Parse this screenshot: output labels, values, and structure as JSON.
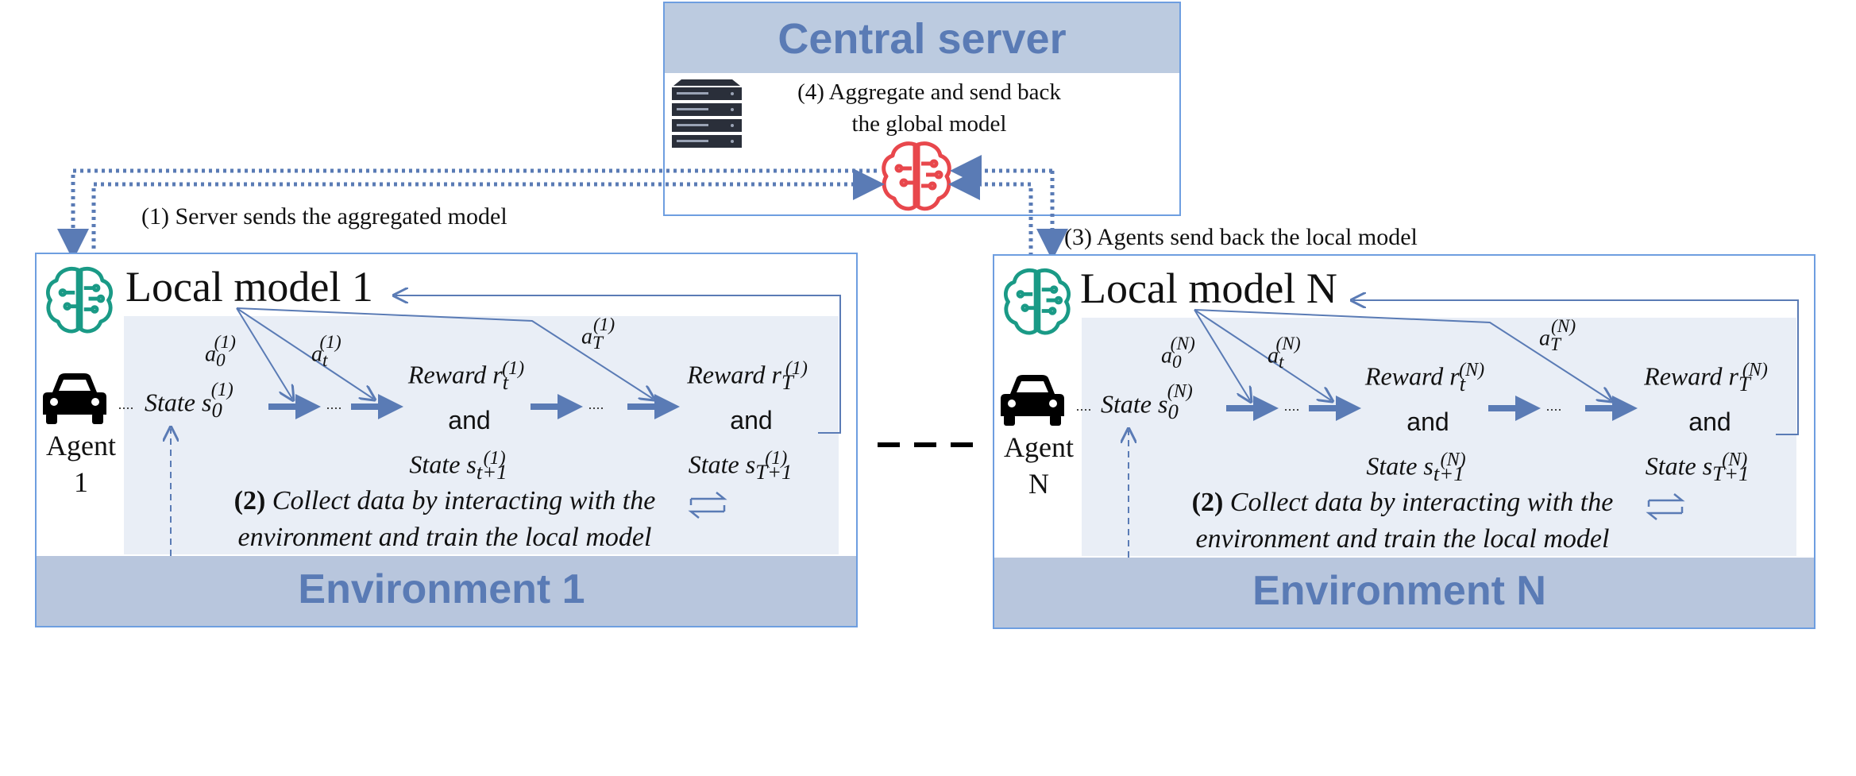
{
  "central_server": {
    "title": "Central server",
    "step4_line1": "(4) Aggregate and send back",
    "step4_line2": "the global model"
  },
  "step1_label": "(1) Server sends the aggregated model",
  "step3_label": "(3) Agents send back the local model",
  "colors": {
    "accent_blue": "#5a7bb5",
    "brain_green": "#1a9a86",
    "brain_red": "#e8474c",
    "panel_border": "#6e9ee0"
  },
  "env1": {
    "local_model": "Local model 1",
    "agent_line1": "Agent",
    "agent_line2": "1",
    "a0": "a",
    "a0_sub": "0",
    "a0_sup": "(1)",
    "at": "a",
    "at_sub": "t",
    "at_sup": "(1)",
    "aT": "a",
    "aT_sub": "T",
    "aT_sup": "(1)",
    "state0": "State s",
    "state0_sub": "0",
    "state0_sup": "(1)",
    "reward_t": "Reward r",
    "reward_t_sub": "t",
    "reward_t_sup": "(1)",
    "and1": "and",
    "state_t1": "State s",
    "state_t1_sub": "t+1",
    "state_t1_sup": "(1)",
    "reward_T": "Reward r",
    "reward_T_sub": "T",
    "reward_T_sup": "(1)",
    "and2": "and",
    "state_T1": "State s",
    "state_T1_sub": "T+1",
    "state_T1_sup": "(1)",
    "collect_bold": "(2)",
    "collect_line1": " Collect data by interacting with the",
    "collect_line2": "environment and train the local model",
    "env_title": "Environment 1"
  },
  "envN": {
    "local_model": "Local model N",
    "agent_line1": "Agent",
    "agent_line2": "N",
    "a0": "a",
    "a0_sub": "0",
    "a0_sup": "(N)",
    "at": "a",
    "at_sub": "t",
    "at_sup": "(N)",
    "aT": "a",
    "aT_sub": "T",
    "aT_sup": "(N)",
    "state0": "State s",
    "state0_sub": "0",
    "state0_sup": "(N)",
    "reward_t": "Reward r",
    "reward_t_sub": "t",
    "reward_t_sup": "(N)",
    "and1": "and",
    "state_t1": "State s",
    "state_t1_sub": "t+1",
    "state_t1_sup": "(N)",
    "reward_T": "Reward r",
    "reward_T_sub": "T",
    "reward_T_sup": "(N)",
    "and2": "and",
    "state_T1": "State s",
    "state_T1_sub": "T+1",
    "state_T1_sup": "(N)",
    "collect_bold": "(2)",
    "collect_line1": " Collect data by interacting with the",
    "collect_line2": "environment and train the local model",
    "env_title": "Environment N"
  }
}
